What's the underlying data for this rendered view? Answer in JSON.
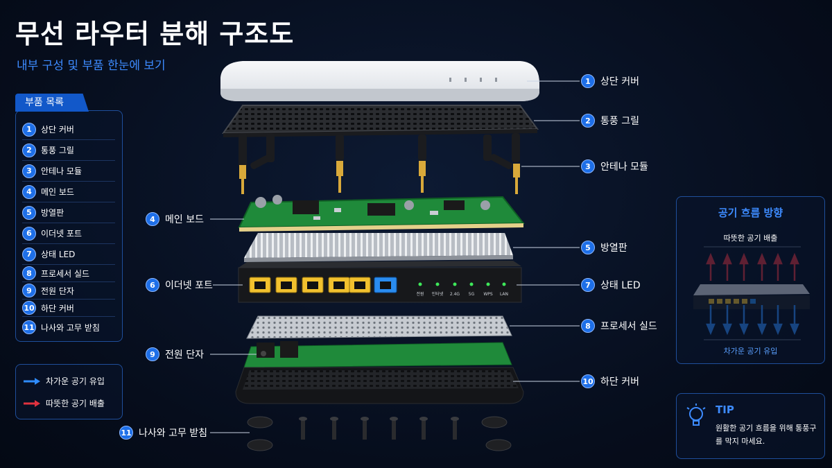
{
  "title": "무선 라우터 분해 구조도",
  "subtitle": "내부 구성 및 부품 한눈에 보기",
  "parts_tab": "부품 목록",
  "parts": [
    {
      "num": "1",
      "label": "상단 커버"
    },
    {
      "num": "2",
      "label": "통풍 그릴"
    },
    {
      "num": "3",
      "label": "안테나 모듈"
    },
    {
      "num": "4",
      "label": "메인 보드"
    },
    {
      "num": "5",
      "label": "방열판"
    },
    {
      "num": "6",
      "label": "이더넷 포트"
    },
    {
      "num": "7",
      "label": "상태 LED"
    },
    {
      "num": "8",
      "label": "프로세서 실드"
    },
    {
      "num": "9",
      "label": "전원 단자"
    },
    {
      "num": "10",
      "label": "하단 커버"
    },
    {
      "num": "11",
      "label": "나사와 고무 받침"
    }
  ],
  "legend": {
    "cold": "차가운 공기 유입",
    "hot": "따뜻한 공기 배출"
  },
  "airflow": {
    "title": "공기 흐름 방향",
    "hot": "따뜻한 공기 배출",
    "cold": "차가운 공기 유입"
  },
  "tip": {
    "title": "TIP",
    "text": "원활한 공기 흐름을 위해 통풍구를 막지 마세요."
  },
  "led_labels": [
    "전원",
    "인터넷",
    "2.4G",
    "5G",
    "WPS",
    "LAN"
  ],
  "colors": {
    "accent": "#1e6fe8",
    "hot": "#e0323f",
    "cold": "#2f8cff",
    "port_yellow": "#f2c12e",
    "port_blue": "#2a8cf0",
    "led": "#3ee85a",
    "pcb": "#1f8a3a"
  }
}
